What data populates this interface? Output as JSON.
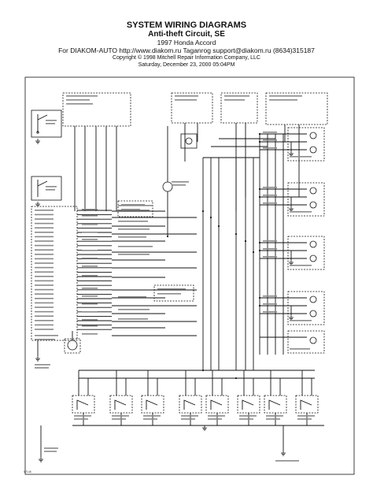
{
  "header": {
    "title": "SYSTEM WIRING DIAGRAMS",
    "subtitle": "Anti-theft Circuit, SE",
    "model": "1997 Honda Accord",
    "diakom": "For DIAKOM-AUTO http://www.diakom.ru Taganrog support@diakom.ru (8634)315187",
    "copyright": "Copyright © 1998 Mitchell Repair Information Company, LLC",
    "date": "Saturday, December 23, 2000  05:04PM"
  },
  "colors": {
    "line": "#111111",
    "paper": "#ffffff"
  },
  "footer": {
    "code": "97145"
  }
}
